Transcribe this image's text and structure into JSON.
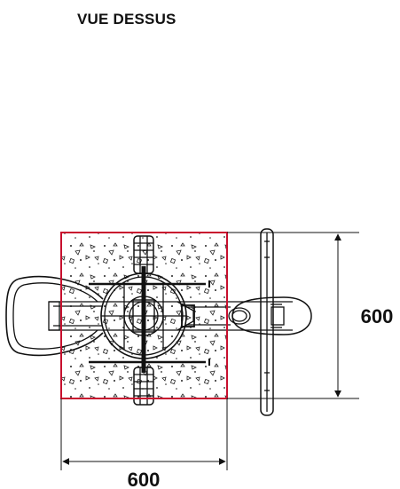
{
  "view_title": "VUE DESSUS",
  "dimensions": {
    "width_label": "600",
    "depth_label": "600"
  },
  "colors": {
    "footprint_border": "#c8102e",
    "line": "#111111",
    "background": "#ffffff"
  }
}
